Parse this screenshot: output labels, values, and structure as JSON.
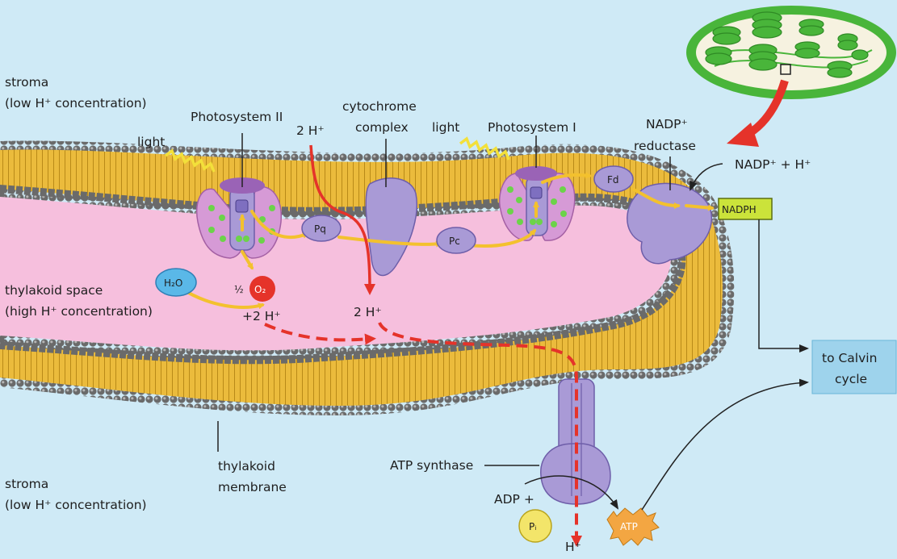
{
  "labels": {
    "stroma_top": "stroma",
    "stroma_top_conc": "(low H⁺ concentration)",
    "photosystem_2": "Photosystem II",
    "light_1": "light",
    "h_ion_top": "2 H⁺",
    "cytochrome_1": "cytochrome",
    "cytochrome_2": "complex",
    "light_2": "light",
    "photosystem_1": "Photosystem I",
    "nadp_reductase_1": "NADP⁺",
    "nadp_reductase_2": "reductase",
    "nadp_reaction": "NADP⁺ + H⁺",
    "fd": "Fd",
    "nadph": "NADPH",
    "pq": "Pq",
    "pc": "Pc",
    "h2o": "H₂O",
    "half": "½",
    "o2": "O₂",
    "plus_2h": "+2 H⁺",
    "thylakoid_space": "thylakoid space",
    "thylakoid_space_conc": "(high H⁺ concentration)",
    "h_ion_mid": "2 H⁺",
    "to_calvin_1": "to Calvin",
    "to_calvin_2": "cycle",
    "atp_synthase": "ATP synthase",
    "thylakoid_membrane_1": "thylakoid",
    "thylakoid_membrane_2": "membrane",
    "stroma_bottom": "stroma",
    "stroma_bottom_conc": "(low H⁺ concentration)",
    "adp": "ADP +",
    "pi": "Pᵢ",
    "atp": "ATP",
    "h_ion_bottom": "H⁺"
  },
  "colors": {
    "background": "#cfeaf6",
    "lumen": "#f6bfdd",
    "membrane_gold": "#e9b93a",
    "head_gray": "#666666",
    "protein_purple": "#a99ad6",
    "photosystem_pink": "#d69ad6",
    "proton_red": "#e5332a",
    "electron_yellow": "#f3c12e",
    "nadph_green": "#cbe33a",
    "calvin_blue": "#9ed3ec",
    "chloroplast_green": "#49b53a"
  }
}
